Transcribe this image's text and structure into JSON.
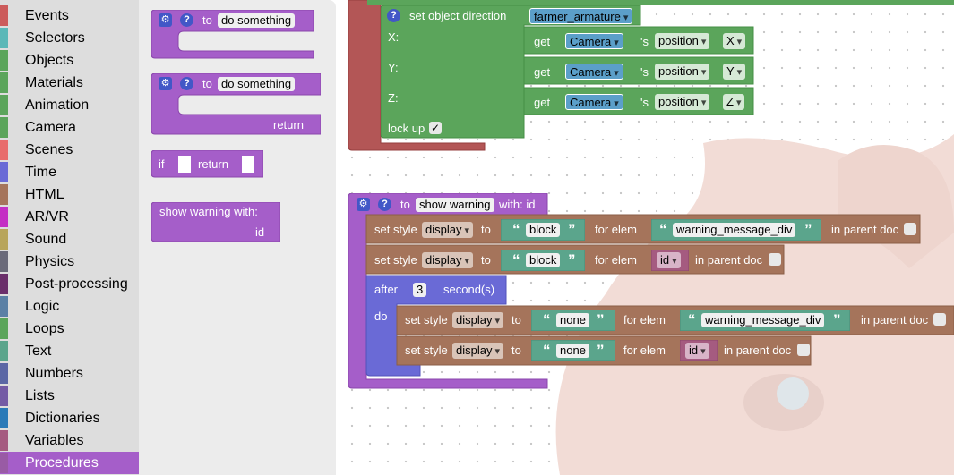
{
  "sidebar": {
    "items": [
      {
        "label": "Events",
        "color": "#cc5b5b"
      },
      {
        "label": "Selectors",
        "color": "#5bb8b8"
      },
      {
        "label": "Objects",
        "color": "#5ba55b"
      },
      {
        "label": "Materials",
        "color": "#5ba55b"
      },
      {
        "label": "Animation",
        "color": "#5ba55b"
      },
      {
        "label": "Camera",
        "color": "#5ba55b"
      },
      {
        "label": "Scenes",
        "color": "#e86d6d"
      },
      {
        "label": "Time",
        "color": "#6a6ad6"
      },
      {
        "label": "HTML",
        "color": "#a5745b"
      },
      {
        "label": "AR/VR",
        "color": "#c42fc4"
      },
      {
        "label": "Sound",
        "color": "#b8a55b"
      },
      {
        "label": "Physics",
        "color": "#6b6b7a"
      },
      {
        "label": "Post-processing",
        "color": "#6b2f6b"
      },
      {
        "label": "Logic",
        "color": "#5b80a5"
      },
      {
        "label": "Loops",
        "color": "#5ba55b"
      },
      {
        "label": "Text",
        "color": "#5ba58c"
      },
      {
        "label": "Numbers",
        "color": "#5b67a5"
      },
      {
        "label": "Lists",
        "color": "#745ba5"
      },
      {
        "label": "Dictionaries",
        "color": "#2a7ab8"
      },
      {
        "label": "Variables",
        "color": "#a55b80"
      },
      {
        "label": "Procedures",
        "color": "#995ba5"
      }
    ],
    "selected": "Procedures"
  },
  "flyout": {
    "proc_noreturn": {
      "to": "to",
      "name": "do something"
    },
    "proc_return": {
      "to": "to",
      "name": "do something",
      "return": "return"
    },
    "if_return": {
      "if": "if",
      "return": "return"
    },
    "show_warning_call": {
      "label": "show warning  with:",
      "arg": "id"
    }
  },
  "workspace": {
    "direction_block": {
      "label": "set object direction",
      "object": "farmer_armature",
      "x_label": "X:",
      "y_label": "Y:",
      "z_label": "Z:",
      "lock_label": "lock up",
      "lock_check": "✓",
      "rows": [
        {
          "get": "get",
          "obj": "Camera",
          "s": "'s",
          "prop": "position",
          "axis": "X"
        },
        {
          "get": "get",
          "obj": "Camera",
          "s": "'s",
          "prop": "position",
          "axis": "Y"
        },
        {
          "get": "get",
          "obj": "Camera",
          "s": "'s",
          "prop": "position",
          "axis": "Z"
        }
      ]
    },
    "show_warning_def": {
      "to": "to",
      "name": "show warning",
      "with": "with: id",
      "style1": {
        "set": "set style",
        "prop": "display",
        "to": "to",
        "value": "block",
        "for": "for elem",
        "elem": "warning_message_div",
        "parent": "in parent doc"
      },
      "style2": {
        "set": "set style",
        "prop": "display",
        "to": "to",
        "value": "block",
        "for": "for elem",
        "elem": "id",
        "parent": "in parent doc"
      },
      "after": {
        "label": "after",
        "value": "3",
        "unit": "second(s)",
        "do": "do"
      },
      "style3": {
        "set": "set style",
        "prop": "display",
        "to": "to",
        "value": "none",
        "for": "for elem",
        "elem": "warning_message_div",
        "parent": "in parent doc"
      },
      "style4": {
        "set": "set style",
        "prop": "display",
        "to": "to",
        "value": "none",
        "for": "for elem",
        "elem": "id",
        "parent": "in parent doc"
      }
    }
  },
  "icons": {
    "gear": "⚙",
    "help": "?",
    "dropdown": "▾",
    "open_quote": "“",
    "close_quote": "”"
  },
  "colors": {
    "procedure": "#a55ec9",
    "procedure_dark": "#995ba5",
    "objects": "#5ba55b",
    "html": "#a5745b",
    "text": "#5ba58c",
    "time": "#6a6ad6",
    "events": "#b35656",
    "camera_dd": "#5b9fc9",
    "variable": "#a55b80"
  }
}
